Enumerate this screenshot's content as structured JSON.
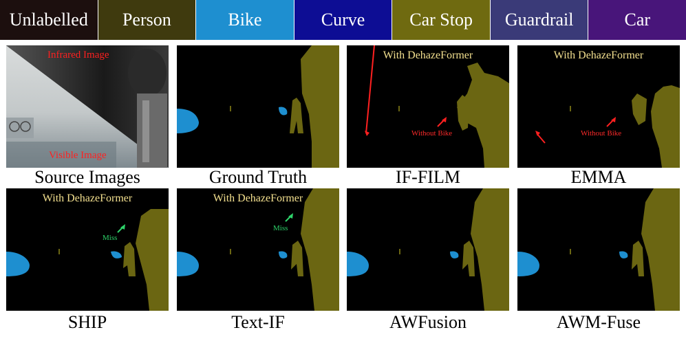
{
  "legend": [
    {
      "label": "Unlabelled",
      "color": "#1c0f0e"
    },
    {
      "label": "Person",
      "color": "#3f3a0e"
    },
    {
      "label": "Bike",
      "color": "#1e8fd0"
    },
    {
      "label": "Curve",
      "color": "#0d0d94"
    },
    {
      "label": "Car Stop",
      "color": "#6f6a10"
    },
    {
      "label": "Guardrail",
      "color": "#3a3a78"
    },
    {
      "label": "Car",
      "color": "#48157a"
    }
  ],
  "panels": {
    "source": {
      "caption": "Source Images",
      "infrared_label": "Infrared Image",
      "visible_label": "Visible Image"
    },
    "gt": {
      "caption": "Ground Truth"
    },
    "iffilm": {
      "caption": "IF-FILM",
      "note_top": "With DehazeFormer",
      "note_miss": "Without Bike"
    },
    "emma": {
      "caption": "EMMA",
      "note_top": "With DehazeFormer",
      "note_miss": "Without Bike"
    },
    "ship": {
      "caption": "SHIP",
      "note_top": "With DehazeFormer",
      "note_miss": "Miss"
    },
    "textif": {
      "caption": "Text-IF",
      "note_top": "With DehazeFormer",
      "note_miss": "Miss"
    },
    "awfusion": {
      "caption": "AWFusion"
    },
    "awmfuse": {
      "caption": "AWM-Fuse"
    }
  },
  "colors": {
    "person": "#6b6612",
    "bike": "#1e8fd0",
    "arrow_red": "#ff2020",
    "arrow_green": "#2ed36a"
  }
}
